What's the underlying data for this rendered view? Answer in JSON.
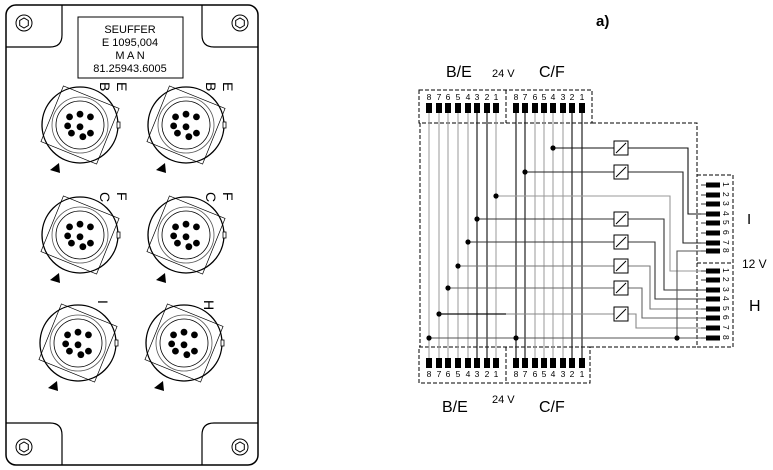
{
  "plate": {
    "nameplate": [
      "SEUFFER",
      "E 1095,004",
      "M A N",
      "81.25943.6005"
    ],
    "connector_labels": [
      [
        "B",
        "E"
      ],
      [
        "B",
        "E"
      ],
      [
        "C",
        "F"
      ],
      [
        "C",
        "F"
      ],
      [
        "I"
      ],
      [
        "H"
      ]
    ]
  },
  "diagram": {
    "caption": "a)",
    "top_left_label": "B/E",
    "top_mid_label": "24 V",
    "top_right_label": "C/F",
    "bottom_left_label": "B/E",
    "bottom_mid_label": "24 V",
    "bottom_right_label": "C/F",
    "pin_numbers": [
      "8",
      "7",
      "6",
      "5",
      "4",
      "3",
      "2",
      "1"
    ],
    "side_pin_numbers": [
      "1",
      "2",
      "3",
      "4",
      "5",
      "6",
      "7",
      "8"
    ],
    "label_i": "I",
    "label_12v": "12 V",
    "label_h": "H"
  }
}
